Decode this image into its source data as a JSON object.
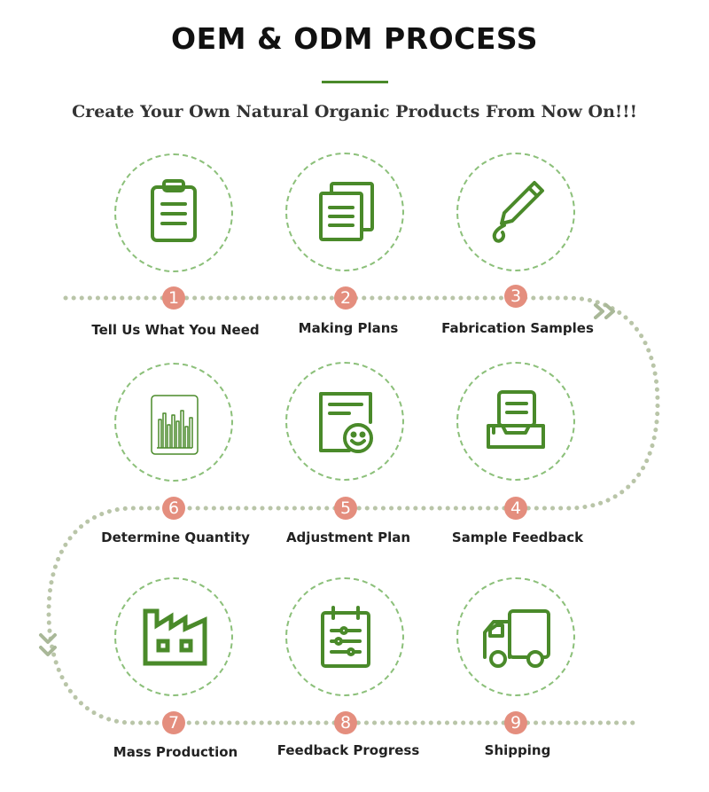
{
  "title": "OEM & ODM PROCESS",
  "subtitle": "Create Your Own Natural Organic Products From Now On!!!",
  "colors": {
    "icon_green": "#4a8a2a",
    "circle_dash": "#8cc07a",
    "path_dots": "#b9c5a8",
    "badge": "#e48e7e"
  },
  "steps": [
    {
      "number": "1",
      "label": "Tell Us What You Need",
      "icon": "clipboard-icon"
    },
    {
      "number": "2",
      "label": "Making Plans",
      "icon": "documents-icon"
    },
    {
      "number": "3",
      "label": "Fabrication Samples",
      "icon": "pen-icon"
    },
    {
      "number": "4",
      "label": "Sample Feedback",
      "icon": "inbox-tray-icon"
    },
    {
      "number": "5",
      "label": "Adjustment Plan",
      "icon": "smiley-document-icon"
    },
    {
      "number": "6",
      "label": "Determine Quantity",
      "icon": "bar-chart-icon"
    },
    {
      "number": "7",
      "label": "Mass Production",
      "icon": "factory-icon"
    },
    {
      "number": "8",
      "label": "Feedback Progress",
      "icon": "checklist-icon"
    },
    {
      "number": "9",
      "label": "Shipping",
      "icon": "truck-icon"
    }
  ]
}
